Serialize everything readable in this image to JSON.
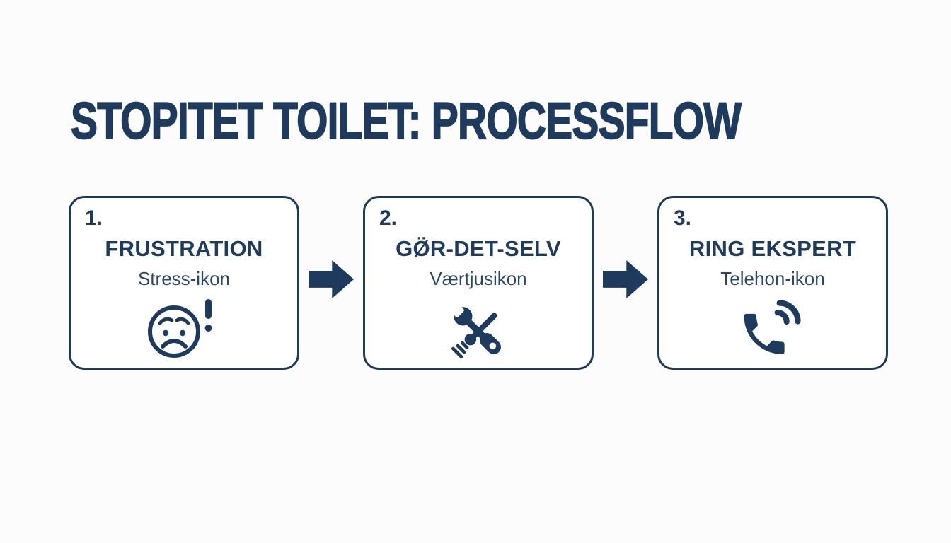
{
  "page": {
    "title": "STOPITET TOILET: PROCESSFLOW"
  },
  "colors": {
    "navy": "#1e3b5e",
    "background": "#fcfcfd",
    "card_background": "#ffffff"
  },
  "steps": [
    {
      "number": "1.",
      "title": "FRUSTRATION",
      "subtitle": "Stress-ikon",
      "icon": "stressed-face-icon"
    },
    {
      "number": "2.",
      "title": "GØ̈R-DET-SELV",
      "subtitle": "Værtjusikon",
      "icon": "tools-icon"
    },
    {
      "number": "3.",
      "title": "RING EKSPERT",
      "subtitle": "Telehon-ikon",
      "icon": "phone-icon"
    }
  ],
  "arrows": {
    "direction": "right",
    "count": 2
  }
}
